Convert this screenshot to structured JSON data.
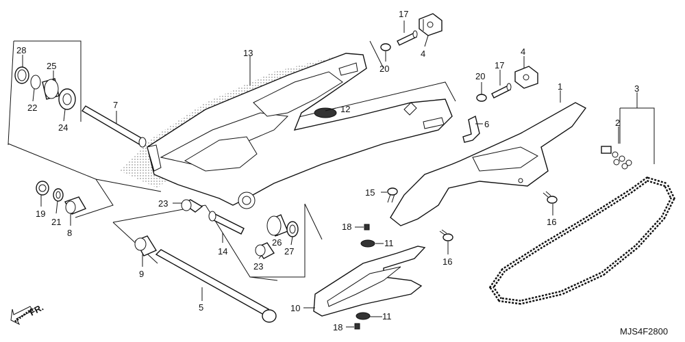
{
  "diagram": {
    "code": "MJS4F2800",
    "direction_label": "FR.",
    "callouts": {
      "p1": "1",
      "p2": "2",
      "p3": "3",
      "p4a": "4",
      "p4b": "4",
      "p5": "5",
      "p6": "6",
      "p7": "7",
      "p8": "8",
      "p9": "9",
      "p10": "10",
      "p11a": "11",
      "p11b": "11",
      "p12": "12",
      "p13": "13",
      "p14": "14",
      "p15": "15",
      "p16a": "16",
      "p16b": "16",
      "p17a": "17",
      "p17b": "17",
      "p18a": "18",
      "p18b": "18",
      "p19": "19",
      "p20a": "20",
      "p20b": "20",
      "p21": "21",
      "p22": "22",
      "p23a": "23",
      "p23b": "23",
      "p24": "24",
      "p25": "25",
      "p26": "26",
      "p27": "27",
      "p28": "28"
    }
  }
}
